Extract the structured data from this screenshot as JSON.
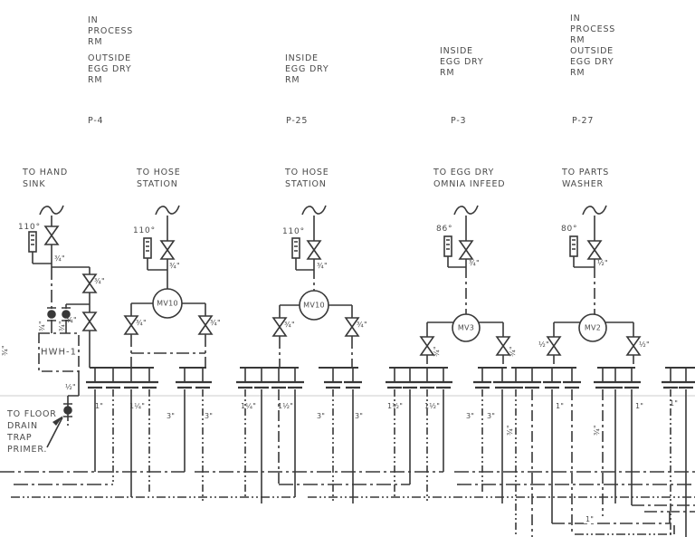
{
  "rooms": {
    "c1": [
      "IN",
      "PROCESS",
      "RM",
      "OUTSIDE",
      "EGG DRY",
      "RM"
    ],
    "c2": [
      "INSIDE",
      "EGG DRY",
      "RM"
    ],
    "c3": [
      "INSIDE",
      "EGG DRY",
      "RM"
    ],
    "c4": [
      "IN",
      "PROCESS",
      "RM",
      "OUTSIDE",
      "EGG DRY",
      "RM"
    ]
  },
  "pump_tags": {
    "c1": "P-4",
    "c2": "P-25",
    "c3": "P-3",
    "c4": "P-27"
  },
  "destinations": {
    "hand_sink": [
      "TO HAND",
      "SINK"
    ],
    "hose1": [
      "TO HOSE",
      "STATION"
    ],
    "hose2": [
      "TO HOSE",
      "STATION"
    ],
    "omnia": [
      "TO EGG DRY",
      "OMNIA INFEED"
    ],
    "parts": [
      "TO PARTS",
      "WASHER"
    ]
  },
  "temperatures": {
    "hand_sink": "110°",
    "hose1": "110°",
    "hose2": "110°",
    "omnia": "86°",
    "parts": "80°"
  },
  "valve_tags": {
    "hose1": "MV10",
    "hose2": "MV10",
    "omnia": "MV3",
    "parts": "MV2"
  },
  "equipment": {
    "water_heater": "HWH-1"
  },
  "note_floor_drain": [
    "TO FLOOR",
    "DRAIN",
    "TRAP",
    "PRIMER."
  ],
  "sizes": {
    "s1": "¾\"",
    "s2": "¾\"",
    "s3": "¾\"",
    "s4": "¾\"",
    "s5": "¾\"",
    "s6": "¾\"",
    "s7": "½\"",
    "s8": "1\"",
    "s9": "1¼\"",
    "s10": "3\"",
    "s11": "3\"",
    "s12": "¾\"",
    "s13": "¾\"",
    "s14": "¾\"",
    "s15": "¾\"",
    "s16": "¾\"",
    "s17": "¾\"",
    "s18": "1¼\"",
    "s19": "1½\"",
    "s20": "3\"",
    "s21": "3\"",
    "s22": "¾\"",
    "s23": "¾\"",
    "s24": "¾\"",
    "s25": "1½\"",
    "s26": "1½\"",
    "s27": "3\"",
    "s28": "3\"",
    "s29": "¾\"",
    "s30": "1\"",
    "s31": "½\"",
    "s32": "½\"",
    "s33": "½\"",
    "s34": "¾\"",
    "s35": "1\"",
    "s36": "1\"",
    "s37": "1\""
  },
  "colors": {
    "line": "#383838",
    "text": "#4a4a4a",
    "faint_line": "#cccccc"
  }
}
